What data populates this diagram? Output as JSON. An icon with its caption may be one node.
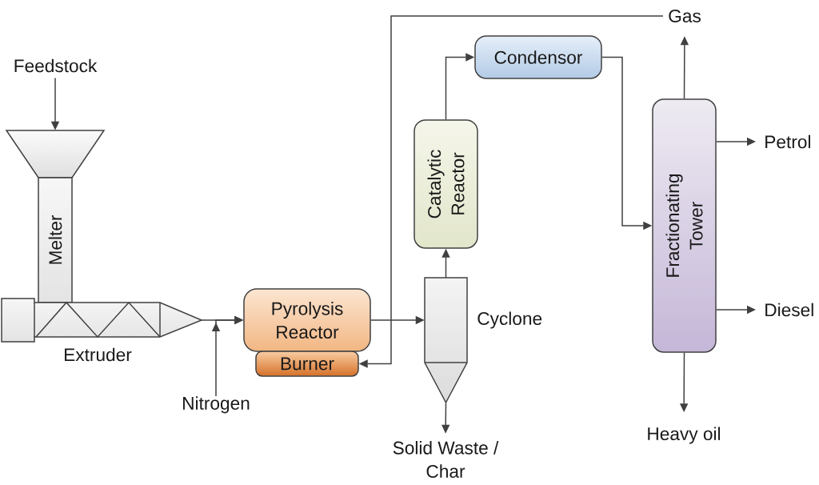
{
  "diagram": {
    "nodes": [
      {
        "text": [
          "Feedstock"
        ]
      },
      {
        "text": [],
        "shape": "funnel"
      },
      {
        "text": [
          "Melter"
        ]
      },
      {
        "text": [
          "Extruder"
        ]
      },
      {
        "text": [
          "Nitrogen"
        ]
      },
      {
        "text": [
          "Pyrolysis Reactor"
        ]
      },
      {
        "text": [
          "Burner"
        ]
      },
      {
        "text": [
          "Cyclone"
        ]
      },
      {
        "text": [
          "Catalytic Reactor"
        ]
      },
      {
        "text": [
          "Condensor"
        ]
      },
      {
        "text": [
          "Fractionating Tower"
        ]
      },
      {
        "text": [
          "Gas"
        ]
      },
      {
        "text": [
          "Petrol"
        ]
      },
      {
        "text": [
          "Diesel"
        ]
      },
      {
        "text": [
          "Heavy oil"
        ]
      },
      {
        "text": [
          "Solid Waste / Char"
        ]
      }
    ],
    "edges": [
      {
        "from": 0,
        "to": 1,
        "arrow": "to"
      },
      {
        "from": 3,
        "to": 5,
        "arrow": "to"
      },
      {
        "from": 4,
        "to": 5,
        "arrow": "to"
      },
      {
        "from": 5,
        "to": 7,
        "arrow": "to"
      },
      {
        "from": 11,
        "to": 6,
        "arrow": "to"
      },
      {
        "from": 7,
        "to": 8,
        "arrow": "to"
      },
      {
        "from": 8,
        "to": 9,
        "arrow": "to"
      },
      {
        "from": 9,
        "to": 10,
        "arrow": "to"
      },
      {
        "from": 10,
        "to": 11,
        "arrow": "to"
      },
      {
        "from": 10,
        "to": 12,
        "arrow": "to"
      },
      {
        "from": 10,
        "to": 13,
        "arrow": "to"
      },
      {
        "from": 10,
        "to": 14,
        "arrow": "to"
      },
      {
        "from": 7,
        "to": 15,
        "arrow": "to"
      }
    ]
  }
}
